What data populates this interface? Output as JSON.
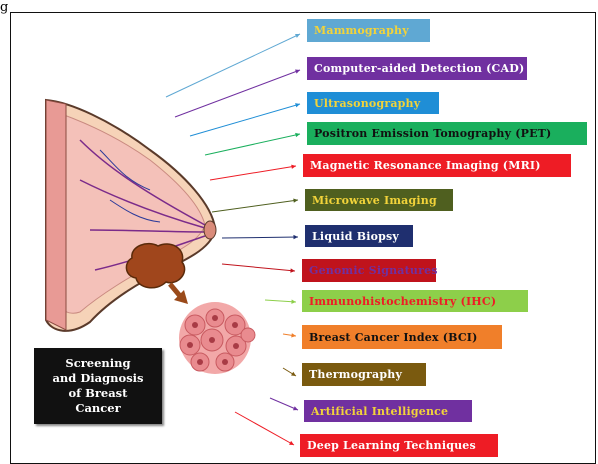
{
  "top_fragment": "g",
  "caption": {
    "lines": [
      "Screening",
      "and Diagnosis",
      "of Breast",
      "Cancer"
    ]
  },
  "methods": [
    {
      "label": "Mammography",
      "bg": "#5fa8d3",
      "fg": "#f2d33a"
    },
    {
      "label": "Computer-aided Detection (CAD)",
      "bg": "#7030a0",
      "fg": "#ffffff"
    },
    {
      "label": "Ultrasonography",
      "bg": "#1f8ed6",
      "fg": "#f2d33a"
    },
    {
      "label": "Positron Emission Tomography (PET)",
      "bg": "#1aaf5d",
      "fg": "#111111"
    },
    {
      "label": "Magnetic Resonance Imaging (MRI)",
      "bg": "#ee1c25",
      "fg": "#ffffff"
    },
    {
      "label": "Microwave Imaging",
      "bg": "#4f5f1f",
      "fg": "#f2d33a"
    },
    {
      "label": "Liquid Biopsy",
      "bg": "#1f2f6f",
      "fg": "#ffffff"
    },
    {
      "label": "Genomic Signatures",
      "bg": "#c0131c",
      "fg": "#7030a0"
    },
    {
      "label": "Immunohistochemistry (IHC)",
      "bg": "#8dcf4a",
      "fg": "#ee1c25"
    },
    {
      "label": "Breast Cancer Index (BCI)",
      "bg": "#f07f2a",
      "fg": "#111111"
    },
    {
      "label": "Thermography",
      "bg": "#7a5a0f",
      "fg": "#ffffff"
    },
    {
      "label": "Artificial Intelligence",
      "bg": "#7030a0",
      "fg": "#f2d33a"
    },
    {
      "label": "Deep Learning Techniques",
      "bg": "#ee1c25",
      "fg": "#ffffff"
    }
  ]
}
